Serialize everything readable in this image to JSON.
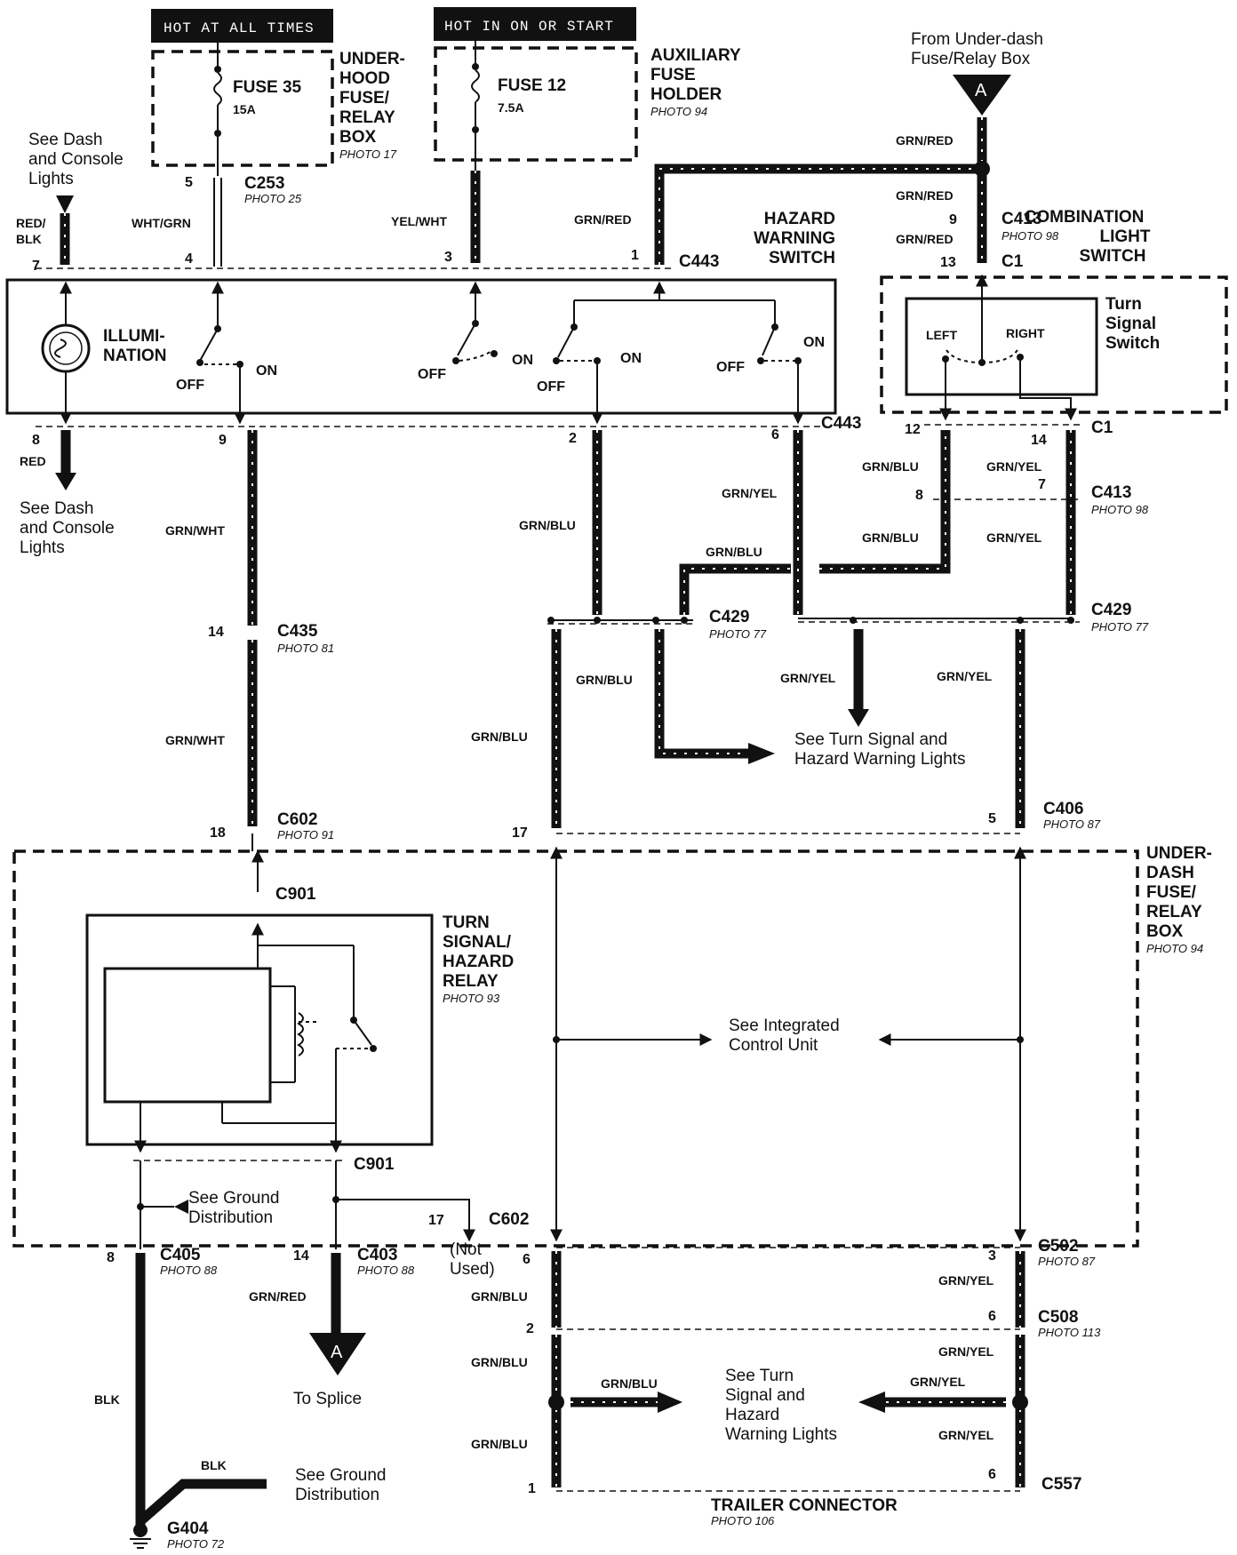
{
  "supply": {
    "hot_always": "HOT AT ALL TIMES",
    "hot_on_start": "HOT IN ON OR START",
    "fuse35": "FUSE 35",
    "fuse35_amp": "15A",
    "fuse12": "FUSE 12",
    "fuse12_amp": "7.5A",
    "underhood_box": [
      "UNDER-",
      "HOOD",
      "FUSE/",
      "RELAY",
      "BOX"
    ],
    "underhood_photo": "PHOTO 17",
    "aux_holder": [
      "AUXILIARY",
      "FUSE",
      "HOLDER"
    ],
    "aux_photo": "PHOTO 94",
    "from_underdash": [
      "From Under-dash",
      "Fuse/Relay Box"
    ],
    "ref_a": "A"
  },
  "hazard": {
    "title": [
      "HAZARD",
      "WARNING",
      "SWITCH"
    ],
    "illumination": [
      "ILLUMI-",
      "NATION"
    ],
    "on": "ON",
    "off": "OFF",
    "connector": "C443",
    "see_dash_top": [
      "See Dash",
      "and Console",
      "Lights"
    ],
    "see_dash_bottom": [
      "See Dash",
      "and Console",
      "Lights"
    ]
  },
  "combo": {
    "title": [
      "COMBINATION",
      "LIGHT",
      "SWITCH"
    ],
    "turn_signal": [
      "Turn",
      "Signal",
      "Switch"
    ],
    "left": "LEFT",
    "right": "RIGHT",
    "c1": "C1",
    "c413": "C413",
    "c413_photo": "PHOTO 98"
  },
  "connectors": {
    "c253": "C253",
    "c253_photo": "PHOTO 25",
    "c435": "C435",
    "c435_photo": "PHOTO 81",
    "c429": "C429",
    "c429_photo": "PHOTO 77",
    "c602": "C602",
    "c602_photo": "PHOTO 91",
    "c406": "C406",
    "c406_photo": "PHOTO 87",
    "c901": "C901",
    "c405": "C405",
    "c405_photo": "PHOTO 88",
    "c403": "C403",
    "c403_photo": "PHOTO 88",
    "c502": "C502",
    "c502_photo": "PHOTO 87",
    "c508": "C508",
    "c508_photo": "PHOTO 113",
    "c557": "C557",
    "g404": "G404",
    "g404_photo": "PHOTO 72"
  },
  "wires": {
    "red_blk": [
      "RED/",
      "BLK"
    ],
    "wht_grn": "WHT/GRN",
    "yel_wht": "YEL/WHT",
    "grn_red": "GRN/RED",
    "red": "RED",
    "grn_wht": "GRN/WHT",
    "grn_blu": "GRN/BLU",
    "grn_yel": "GRN/YEL",
    "blk": "BLK"
  },
  "pins": {
    "p5": "5",
    "p4": "4",
    "p3": "3",
    "p1": "1",
    "p7": "7",
    "p8": "8",
    "p9": "9",
    "p2": "2",
    "p6": "6",
    "p13": "13",
    "p12": "12",
    "p14": "14",
    "p18": "18",
    "p17": "17"
  },
  "relay": {
    "title": [
      "TURN",
      "SIGNAL/",
      "HAZARD",
      "RELAY"
    ],
    "photo": "PHOTO 93",
    "underdash_box": [
      "UNDER-",
      "DASH",
      "FUSE/",
      "RELAY",
      "BOX"
    ],
    "underdash_photo": "PHOTO 94",
    "see_icu": [
      "See Integrated",
      "Control Unit"
    ],
    "see_ground": [
      "See Ground",
      "Distribution"
    ],
    "not_used": [
      "(Not",
      "Used)"
    ]
  },
  "lower": {
    "to_splice": "To Splice",
    "see_turn_hazard": [
      "See Turn Signal and",
      "Hazard Warning Lights"
    ],
    "see_turn_hazard_2": [
      "See Turn",
      "Signal and",
      "Hazard",
      "Warning Lights"
    ],
    "see_ground_2": [
      "See Ground",
      "Distribution"
    ],
    "trailer": "TRAILER CONNECTOR",
    "trailer_photo": "PHOTO 106"
  }
}
